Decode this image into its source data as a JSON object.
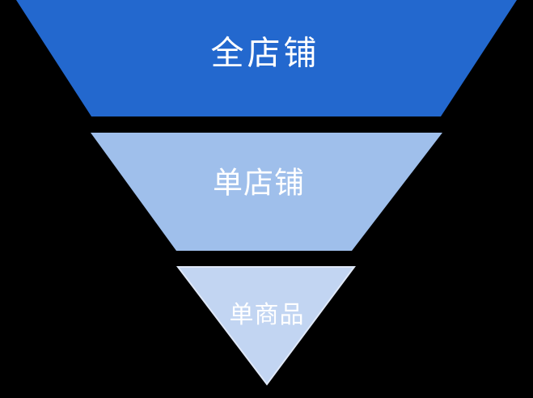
{
  "background_color": "#000000",
  "text_color": "#ffffff",
  "diagram": {
    "type": "inverted-pyramid-funnel",
    "levels": [
      {
        "label": "全店铺",
        "color": "#2368CE"
      },
      {
        "label": "单店铺",
        "color": "#9FBFEB"
      },
      {
        "label": "单商品",
        "color": "#C2D5F2",
        "stroke": "#DFE8F8"
      }
    ]
  }
}
